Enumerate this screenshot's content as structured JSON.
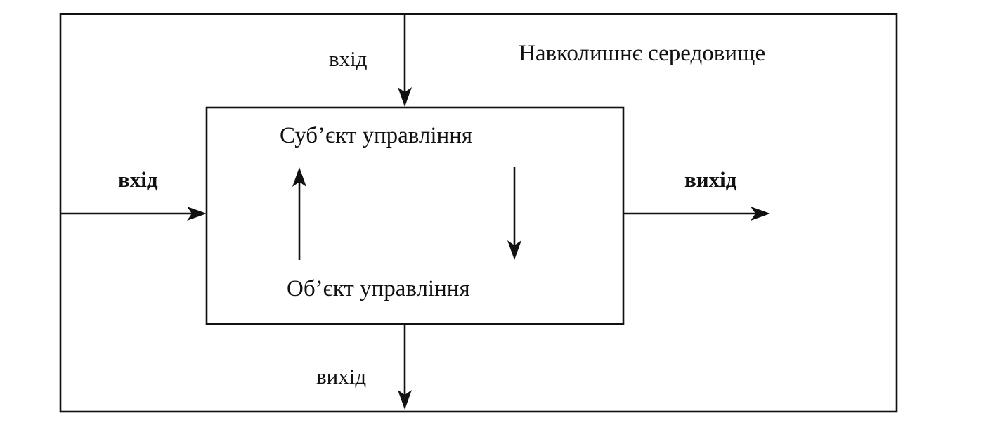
{
  "environment": {
    "label": "Навколишнє середовище"
  },
  "system": {
    "subject_label": "Суб’єкт управління",
    "object_label": "Об’єкт управління"
  },
  "flows": {
    "top_input_label": "вхід",
    "left_input_label": "вхід",
    "right_output_label": "вихід",
    "bottom_output_label": "вихід"
  },
  "colors": {
    "ink": "#111111",
    "background": "#ffffff"
  }
}
